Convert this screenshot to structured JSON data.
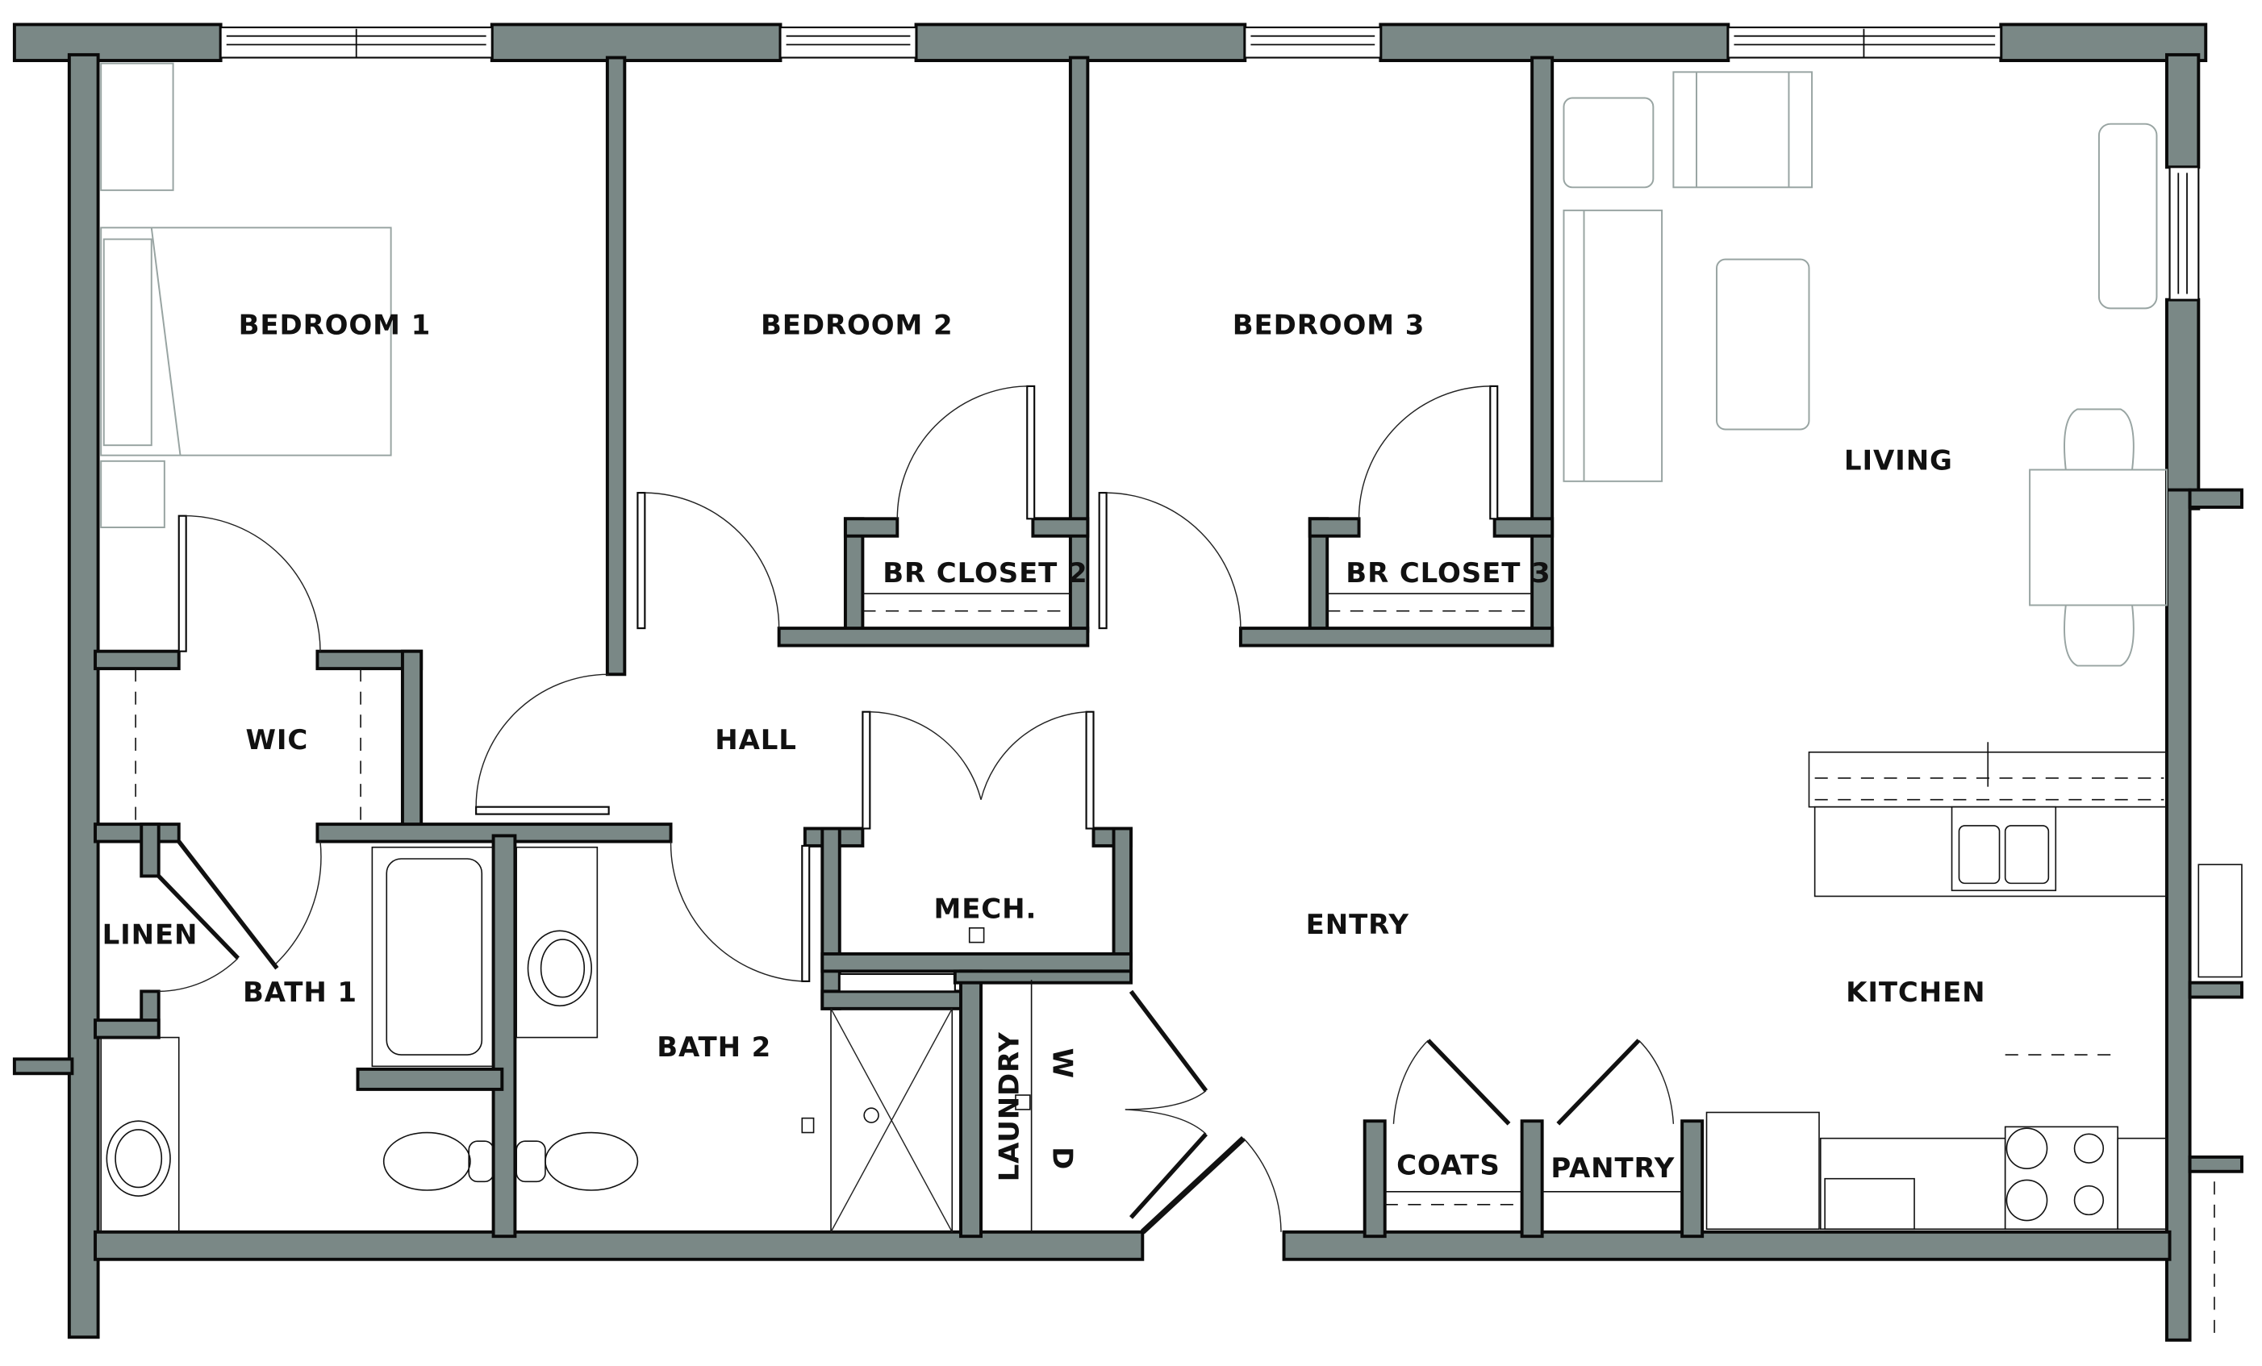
{
  "plan": {
    "type": "floor-plan",
    "wall_color": "#7a8886",
    "outline_color": "#0a0a0a",
    "furniture_color": "#98a4a2",
    "rooms": {
      "bedroom1": "BEDROOM 1",
      "bedroom2": "BEDROOM 2",
      "bedroom3": "BEDROOM 3",
      "living": "LIVING",
      "br_closet2": "BR CLOSET 2",
      "br_closet3": "BR CLOSET 3",
      "wic": "WIC",
      "hall": "HALL",
      "linen": "LINEN",
      "bath1": "BATH 1",
      "bath2": "BATH 2",
      "mech": "MECH.",
      "entry": "ENTRY",
      "kitchen": "KITCHEN",
      "laundry": "LAUNDRY",
      "washer": "W",
      "dryer": "D",
      "coats": "COATS",
      "pantry": "PANTRY"
    }
  }
}
